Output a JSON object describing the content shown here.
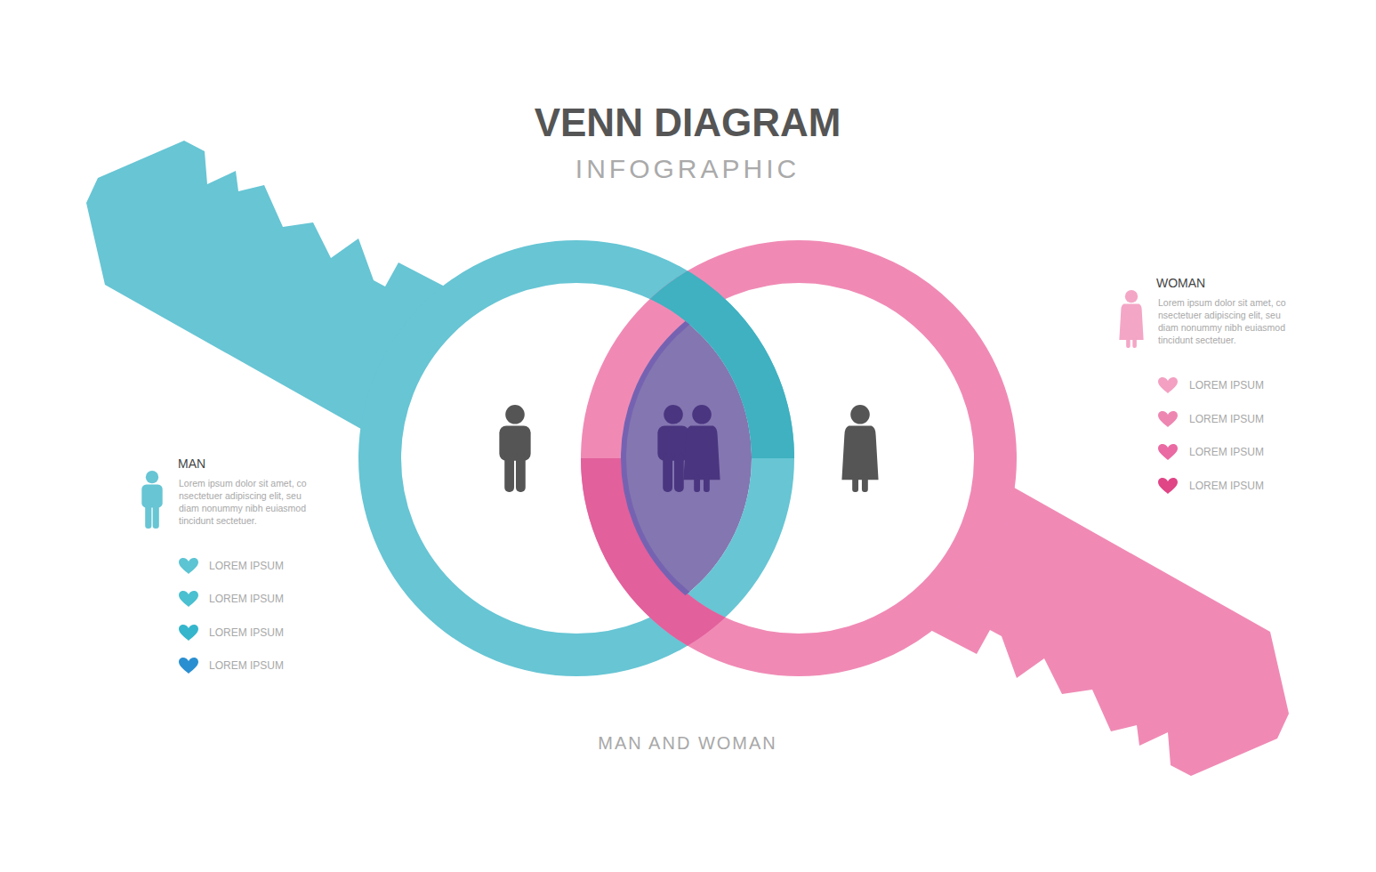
{
  "diagram": {
    "title": "VENN DIAGRAM",
    "caption": "MAN AND WOMAN",
    "labels": [
      "INFOGRAPHIC",
      "MAN",
      "Lorem ipsum dolor sit amet, co nsectetuer adipiscing elit, seu diam nonummy nibh euiasmod tincidunt sectetuer.",
      "LOREM IPSUM",
      "LOREM IPSUM",
      "LOREM IPSUM",
      "LOREM IPSUM",
      "WOMAN",
      "Lorem ipsum dolor sit amet, co nsectetuer adipiscing elit, seu diam nonummy nibh euiasmod tincidunt sectetuer.",
      "LOREM IPSUM",
      "LOREM IPSUM",
      "LOREM IPSUM",
      "LOREM IPSUM"
    ]
  }
}
